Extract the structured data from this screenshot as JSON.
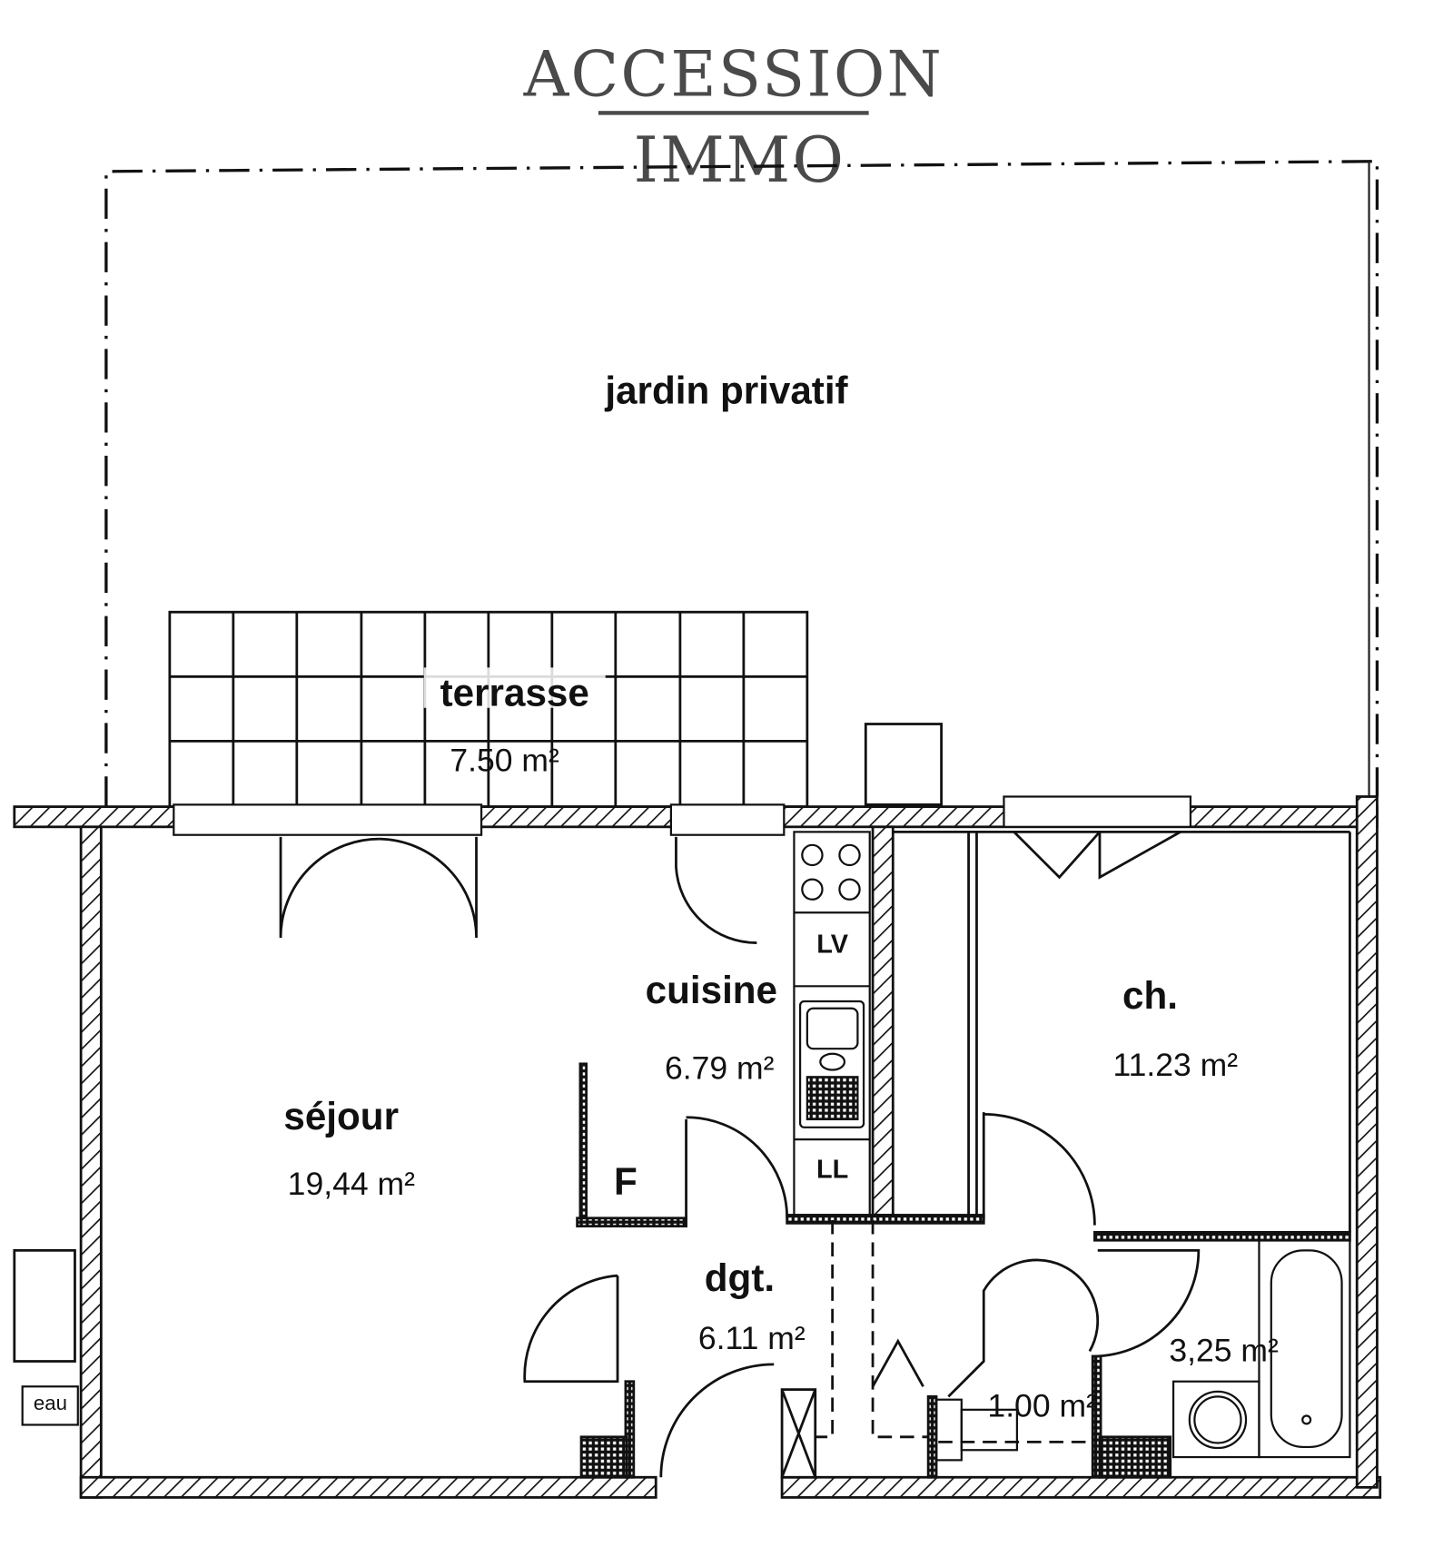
{
  "logo": {
    "line1": "ACCESSION",
    "line2": "IMMO",
    "color": "#4a4a4a"
  },
  "rooms": {
    "jardin": {
      "name": "jardin privatif"
    },
    "terrasse": {
      "name": "terrasse",
      "area": "7.50 m²"
    },
    "cuisine": {
      "name": "cuisine",
      "area": "6.79 m²"
    },
    "sejour": {
      "name": "séjour",
      "area": "19,44 m²"
    },
    "chambre": {
      "name": "ch.",
      "area": "11.23 m²"
    },
    "degagement": {
      "name": "dgt.",
      "area": "6.11 m²"
    },
    "salle_de_bain": {
      "area": "3,25 m²"
    },
    "wc": {
      "area": "1.00 m²"
    }
  },
  "fixtures": {
    "lave_vaisselle": "LV",
    "lave_linge": "LL",
    "placard": "F",
    "eau": "eau"
  }
}
